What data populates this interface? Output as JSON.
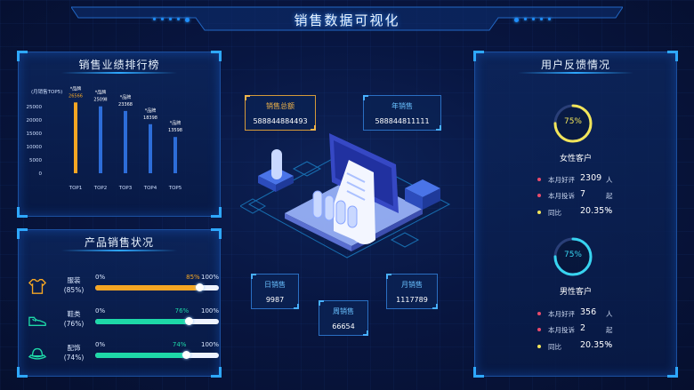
{
  "header": {
    "title": "销售数据可视化"
  },
  "ranking": {
    "title": "销售业绩排行榜",
    "axis_label": "(月销售TOP5)",
    "chart_data": {
      "type": "bar",
      "categories": [
        "TOP1",
        "TOP2",
        "TOP3",
        "TOP4",
        "TOP5"
      ],
      "values": [
        26566,
        25098,
        23368,
        18398,
        13598
      ],
      "value_labels": [
        "26566",
        "2509Ⅱ",
        "23368",
        "18398",
        "13598"
      ],
      "brand_labels": [
        "*品牌",
        "*品牌",
        "*品牌",
        "*品牌",
        "*品牌"
      ],
      "yticks": [
        "25000",
        "20000",
        "15000",
        "10000",
        "5000",
        "0"
      ],
      "ylim": [
        0,
        30000
      ],
      "bar_colors": [
        "#f5a623",
        "#2d6dd8",
        "#2d6dd8",
        "#2d6dd8",
        "#2d6dd8"
      ]
    }
  },
  "products": {
    "title": "产品销售状况",
    "items": [
      {
        "name": "服装",
        "pct_label": "(85%)",
        "value": 0.85,
        "value_label": "85%",
        "color": "#f5a623",
        "zero": "0%",
        "full": "100%"
      },
      {
        "name": "鞋类",
        "pct_label": "(76%)",
        "value": 0.76,
        "value_label": "76%",
        "color": "#1ed8a8",
        "zero": "0%",
        "full": "100%"
      },
      {
        "name": "配饰",
        "pct_label": "(74%)",
        "value": 0.74,
        "value_label": "74%",
        "color": "#1ed8a8",
        "zero": "0%",
        "full": "100%"
      }
    ]
  },
  "center": {
    "total": {
      "label": "销售总额",
      "value": "588844884493"
    },
    "yearly": {
      "label": "年销售",
      "value": "588844811111"
    },
    "daily": {
      "label": "日销售",
      "value": "9987"
    },
    "weekly": {
      "label": "周销售",
      "value": "66654"
    },
    "monthly": {
      "label": "月销售",
      "value": "1117789"
    }
  },
  "feedback": {
    "title": "用户反馈情况",
    "female": {
      "gauge_value": 0.75,
      "gauge_label": "75%",
      "gauge_color": "#f2e55a",
      "name": "女性客户",
      "rows": [
        {
          "key": "本月好评",
          "value": "2309",
          "unit": "人",
          "dot": "#e94b6b"
        },
        {
          "key": "本月投诉",
          "value": "7",
          "unit": "起",
          "dot": "#e94b6b"
        },
        {
          "key": "同比",
          "value": "20.35%",
          "unit": "^",
          "dot": "#f2e55a"
        }
      ]
    },
    "male": {
      "gauge_value": 0.75,
      "gauge_label": "75%",
      "gauge_color": "#38d4f0",
      "name": "男性客户",
      "rows": [
        {
          "key": "本月好评",
          "value": "356",
          "unit": "人",
          "dot": "#e94b6b"
        },
        {
          "key": "本月投诉",
          "value": "2",
          "unit": "起",
          "dot": "#e94b6b"
        },
        {
          "key": "同比",
          "value": "20.35%",
          "unit": "^",
          "dot": "#f2e55a"
        }
      ]
    }
  }
}
